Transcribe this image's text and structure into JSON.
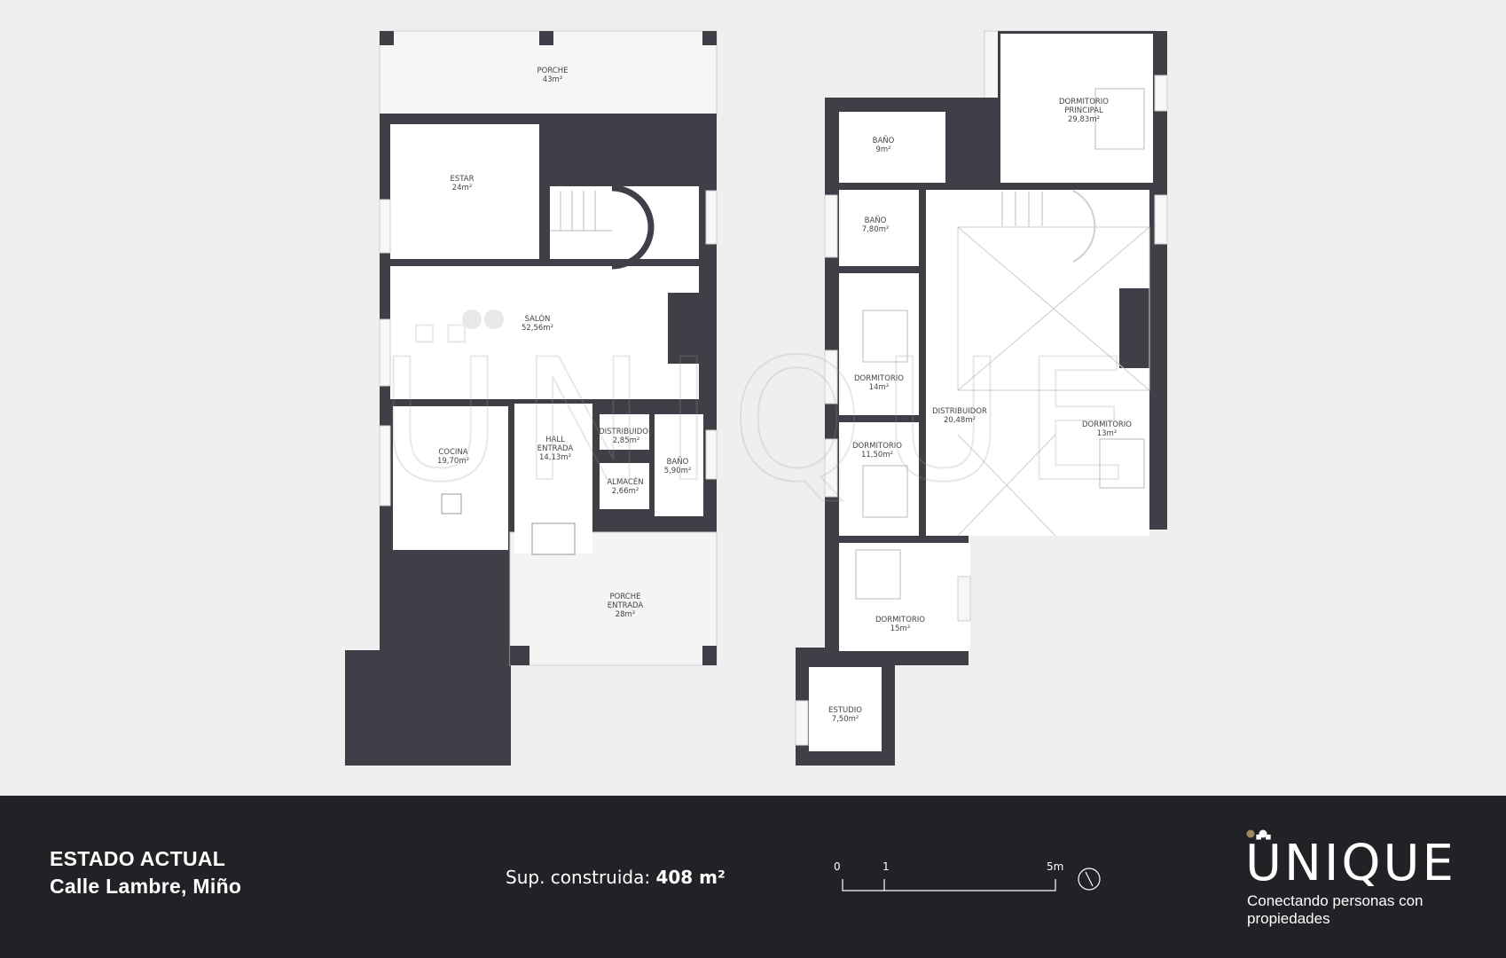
{
  "watermark": "ÜNIQUE",
  "rooms": {
    "porche_top": {
      "name": "PORCHE",
      "area": "43m²"
    },
    "estar": {
      "name": "ESTAR",
      "area": "24m²"
    },
    "salon": {
      "name": "SALÓN",
      "area": "52,56m²"
    },
    "cocina": {
      "name": "COCINA",
      "area": "19,70m²"
    },
    "hall": {
      "name1": "HALL",
      "name2": "ENTRADA",
      "area": "14,13m²"
    },
    "distribuidor_small": {
      "name": "DISTRIBUIDOR",
      "area": "2,85m²"
    },
    "almacen": {
      "name": "ALMACÉN",
      "area": "2,66m²"
    },
    "bano_ground": {
      "name": "BAÑO",
      "area": "5,90m²"
    },
    "porche_entrada": {
      "name1": "PORCHE",
      "name2": "ENTRADA",
      "area": "28m²"
    },
    "dormitorio_principal": {
      "name1": "DORMITORIO",
      "name2": "PRINCIPAL",
      "area": "29,83m²"
    },
    "bano_9": {
      "name": "BAÑO",
      "area": "9m²"
    },
    "bano_780": {
      "name": "BAÑO",
      "area": "7,80m²"
    },
    "dormitorio_14": {
      "name": "DORMITORIO",
      "area": "14m²"
    },
    "distribuidor_big": {
      "name": "DISTRIBUIDOR",
      "area": "20,48m²"
    },
    "dormitorio_13": {
      "name": "DORMITORIO",
      "area": "13m²"
    },
    "dormitorio_1150": {
      "name": "DORMITORIO",
      "area": "11,50m²"
    },
    "dormitorio_15": {
      "name": "DORMITORIO",
      "area": "15m²"
    },
    "estudio": {
      "name": "ESTUDIO",
      "area": "7,50m²"
    }
  },
  "footer": {
    "title_line1": "ESTADO ACTUAL",
    "title_line2": "Calle Lambre, Miño",
    "area_label": "Sup. construida:",
    "area_value": "408 m²",
    "scale": {
      "label_0": "0",
      "label_1": "1",
      "label_5": "5m"
    },
    "logo": "ÜNIQUE",
    "tagline": "Conectando personas con propiedades"
  },
  "colors": {
    "wall": "#3f3f47",
    "background": "#efefef",
    "footer_bg": "#222226",
    "logo_dot_gold": "#9a8a5a"
  }
}
